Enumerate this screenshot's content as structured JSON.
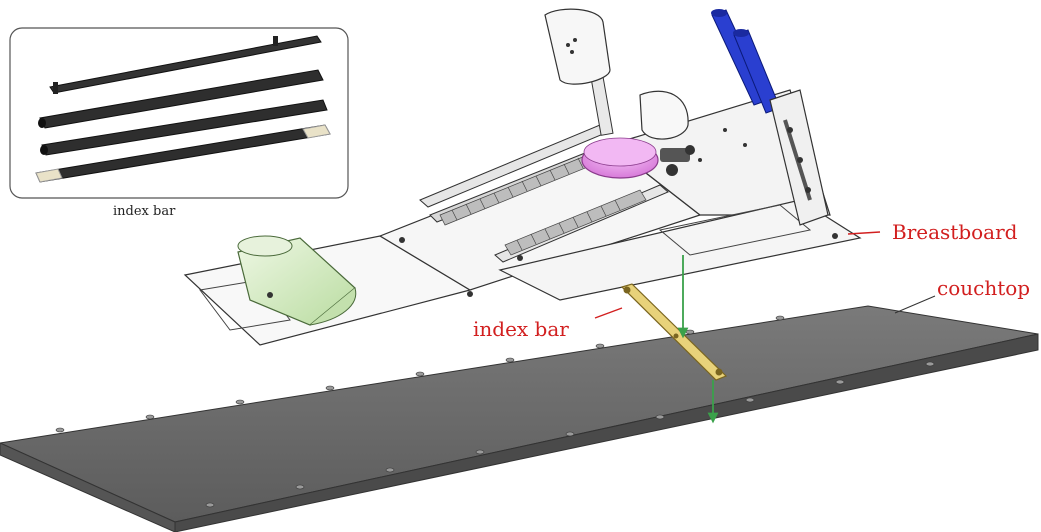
{
  "labels": {
    "inset_caption": "index bar",
    "breastboard": "Breastboard",
    "couchtop": "couchtop",
    "index_bar": "index bar"
  },
  "colors": {
    "label_red": "#d21f1f",
    "couchtop_gray": "#6e6e6e",
    "index_bar_yellow": "#e8d27a",
    "arrow_green": "#3aa14a",
    "handle_blue": "#2a3fd0",
    "pad_pink": "#e58fe8",
    "wedge_green": "#cfe8b8"
  }
}
